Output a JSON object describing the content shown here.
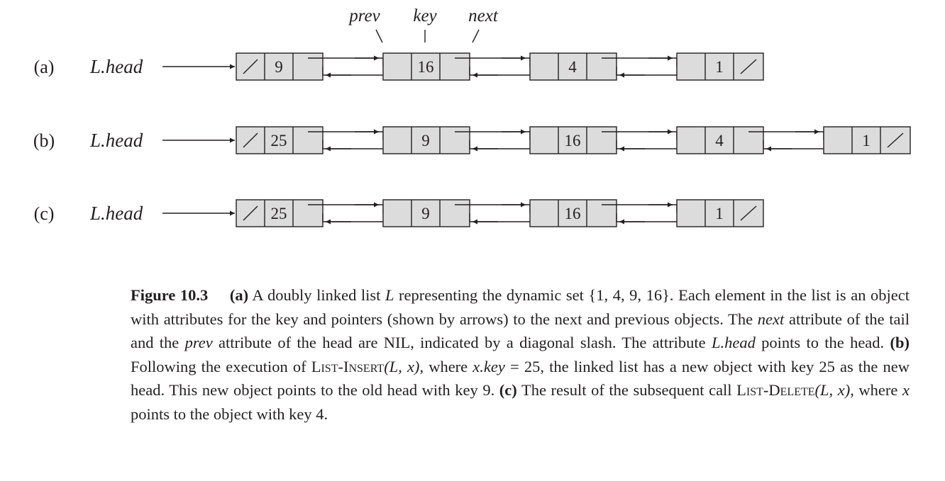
{
  "diagram": {
    "field_labels": {
      "prev": "prev",
      "key": "key",
      "next": "next"
    },
    "rows": [
      {
        "label": "(a)",
        "head": "L.head",
        "keys": [
          "9",
          "16",
          "4",
          "1"
        ]
      },
      {
        "label": "(b)",
        "head": "L.head",
        "keys": [
          "25",
          "9",
          "16",
          "4",
          "1"
        ]
      },
      {
        "label": "(c)",
        "head": "L.head",
        "keys": [
          "25",
          "9",
          "16",
          "1"
        ]
      }
    ]
  },
  "caption": {
    "fig_number": "Figure 10.3",
    "a_tag": "(a)",
    "t1": " A doubly linked list ",
    "L": "L",
    "t2": " representing the dynamic set {1, 4, 9, 16}. Each element in the list is an object with attributes for the key and pointers (shown by arrows) to the next and previous objects. The ",
    "next_word": "next",
    "t3": " attribute of the tail and the ",
    "prev_word": "prev",
    "t4": " attribute of the head are ",
    "nil": "NIL",
    "t5": ", indicated by a diagonal slash. The attribute ",
    "lhead": "L.head",
    "t6": " points to the head. ",
    "b_tag": "(b)",
    "t7": " Following the execution of ",
    "list_insert": "List-Insert",
    "args1": "(L, x)",
    "t8": ", where ",
    "xkey": "x.key",
    "t9": " = 25, the linked list has a new object with key 25 as the new head. This new object points to the old head with key 9. ",
    "c_tag": "(c)",
    "t10": " The result of the subsequent call ",
    "list_delete": "List-Delete",
    "args2": "(L, x)",
    "t11": ", where ",
    "x": "x",
    "t12": " points to the object with key 4."
  }
}
